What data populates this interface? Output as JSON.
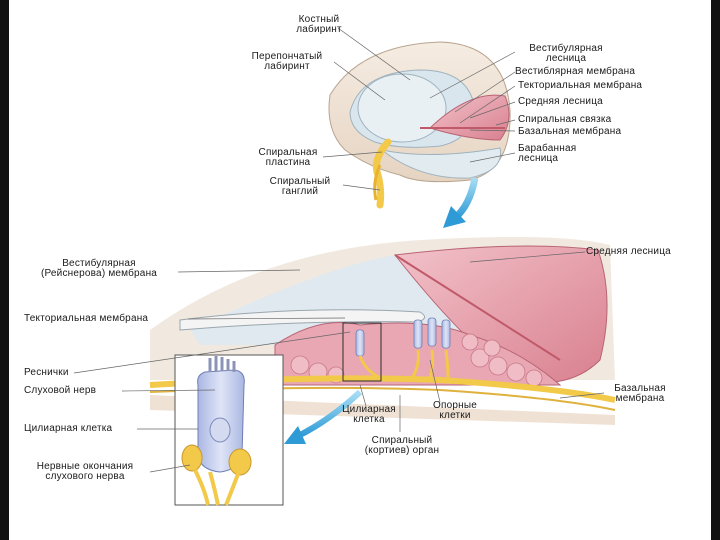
{
  "labels": {
    "bony_labyrinth": [
      "Костный",
      "лабиринт"
    ],
    "membranous_labyrinth": [
      "Перепончатый",
      "лабиринт"
    ],
    "spiral_lamina": [
      "Спиральная",
      "пластина"
    ],
    "spiral_ganglion": [
      "Спиральный",
      "ганглий"
    ],
    "scala_vestibuli": [
      "Вестибулярная",
      "лесница"
    ],
    "vestibular_membrane": "Вестиблярная мембрана",
    "tectorial_membrane_top": "Текториальная мембрана",
    "scala_media_top": "Средняя лесница",
    "spiral_ligament": "Спиральная связка",
    "basilar_membrane_top": "Базальная мембрана",
    "scala_tympani": [
      "Барабанная",
      "лесница"
    ],
    "scala_media_mid": "Средняя лесница",
    "reissner_membrane": [
      "Вестибулярная",
      "(Рейснерова) мембрана"
    ],
    "tectorial_membrane_mid": "Текториальная мембрана",
    "cilia": "Реснички",
    "auditory_nerve": "Слуховой нерв",
    "hair_cell": "Цилиарная клетка",
    "nerve_endings": [
      "Нервные окончания",
      "слухового нерва"
    ],
    "ciliary_cell": [
      "Цилиарная",
      "клетка"
    ],
    "supporting_cells": [
      "Опорные",
      "клетки"
    ],
    "organ_of_corti": [
      "Спиральный",
      "(кортиев) орган"
    ],
    "basilar_membrane_mid": [
      "Базальная",
      "мембрана"
    ]
  },
  "colors": {
    "bone": "#efe2d4",
    "fluid": "#dce8ee",
    "pink": "#e9a7b3",
    "deep_pink": "#d9808f",
    "nerve": "#f3c94a",
    "cell": "#c9d3ee",
    "arrow": "#5ab8e6"
  }
}
